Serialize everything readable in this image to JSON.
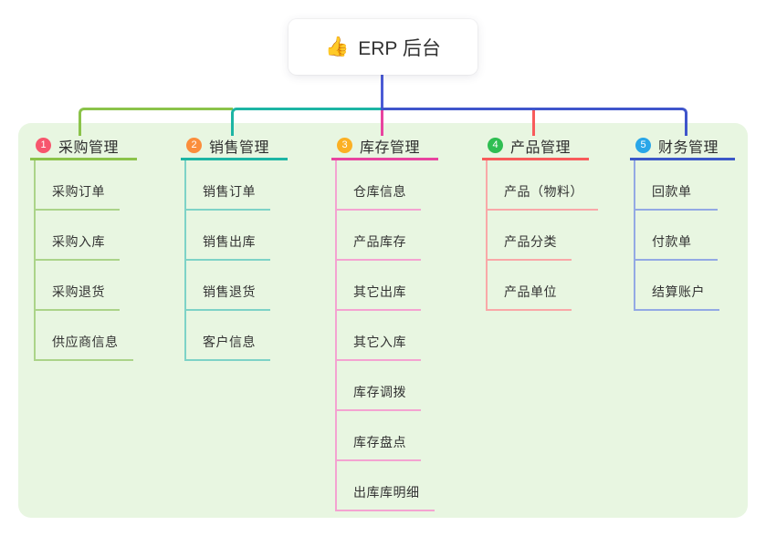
{
  "root_node": {
    "emoji": "👍",
    "label": "ERP 后台"
  },
  "colors": {
    "canvas_bg": "#ffffff",
    "panel_bg": "#e8f6e1",
    "root_line": "#4b5bd6",
    "trunk_left": "#8bc34a",
    "trunk_mid": "#1db5a4",
    "trunk_right": "#3f55cb",
    "drop_inventory": "#e8449f",
    "drop_product": "#f85b5b"
  },
  "branches": [
    {
      "number": "1",
      "label": "采购管理",
      "badge_color": "#f7566d",
      "line_color": "#8bc34a",
      "child_line_color": "#abd489",
      "children": [
        "采购订单",
        "采购入库",
        "采购退货",
        "供应商信息"
      ]
    },
    {
      "number": "2",
      "label": "销售管理",
      "badge_color": "#fb8e3c",
      "line_color": "#1db5a4",
      "child_line_color": "#7ed3c7",
      "children": [
        "销售订单",
        "销售出库",
        "销售退货",
        "客户信息"
      ]
    },
    {
      "number": "3",
      "label": "库存管理",
      "badge_color": "#fbb024",
      "line_color": "#e8449f",
      "child_line_color": "#f4a3d1",
      "children": [
        "仓库信息",
        "产品库存",
        "其它出库",
        "其它入库",
        "库存调拨",
        "库存盘点",
        "出库库明细"
      ]
    },
    {
      "number": "4",
      "label": "产品管理",
      "badge_color": "#2fbe52",
      "line_color": "#f85b5b",
      "child_line_color": "#f9a8a8",
      "children": [
        "产品（物料）",
        "产品分类",
        "产品单位"
      ]
    },
    {
      "number": "5",
      "label": "财务管理",
      "badge_color": "#29a6e8",
      "line_color": "#3b57c8",
      "child_line_color": "#93a9e4",
      "children": [
        "回款单",
        "付款单",
        "结算账户"
      ]
    }
  ]
}
